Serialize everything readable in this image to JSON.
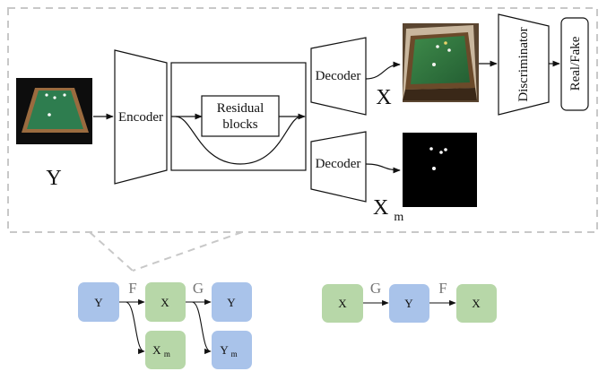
{
  "top": {
    "encoder": "Encoder",
    "residual_line1": "Residual",
    "residual_line2": "blocks",
    "decoder_top": "Decoder",
    "decoder_bottom": "Decoder",
    "discriminator": "Discriminator",
    "real_fake": "Real/Fake",
    "input_label": "Y",
    "output_x": "X",
    "output_xm_base": "X",
    "output_xm_sub": "m"
  },
  "left_graph": {
    "node_y": "Y",
    "node_x": "X",
    "node_y2": "Y",
    "node_xm_base": "X",
    "node_xm_sub": "m",
    "node_ym_base": "Y",
    "node_ym_sub": "m",
    "label_f": "F",
    "label_g": "G"
  },
  "right_graph": {
    "node_x1": "X",
    "node_y": "Y",
    "node_x2": "X",
    "label_g": "G",
    "label_f": "F"
  },
  "colors": {
    "y_node": "#a9c3ea",
    "x_node": "#b7d7a8",
    "table_felt": "#2e7d4f",
    "table_rail": "#9a6b3f"
  },
  "icons": [
    "render-image-icon",
    "photo-image-icon",
    "mask-image-icon"
  ]
}
